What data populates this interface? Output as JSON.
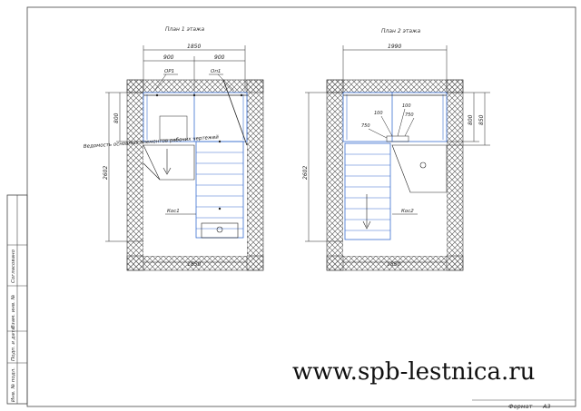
{
  "plan1": {
    "title": "План 1 этажа",
    "dim_total_top": "1850",
    "dim_left_part": "900",
    "dim_right_part": "900",
    "label_op1": "ОР1",
    "label_op2": "Оп1",
    "dim_vertical_small": "800",
    "dim_vertical_main": "2602",
    "dim_bottom": "1850",
    "flight_label": "Кос1",
    "note": "Ведомость основных элементов рабочих чертежей"
  },
  "plan2": {
    "title": "План 2 этажа",
    "dim_total_top": "1990",
    "dim_100_a": "100",
    "dim_100_b": "100",
    "dim_750_a": "750",
    "dim_750_b": "750",
    "dim_right_a": "800",
    "dim_right_b": "850",
    "dim_vertical_main": "2602",
    "dim_bottom": "1850",
    "flight_label": "Кос2"
  },
  "title_block": {
    "col1": "Инв. № подл.",
    "col2": "Подп. и дата",
    "col3": "Взам. инв. №",
    "col4": "Согласовано",
    "format_label": "Формат",
    "format_value": "А3"
  },
  "watermark": "www.spb-lestnica.ru",
  "colors": {
    "wall": "#555555",
    "stair": "#3a6fd0",
    "line": "#222222"
  }
}
